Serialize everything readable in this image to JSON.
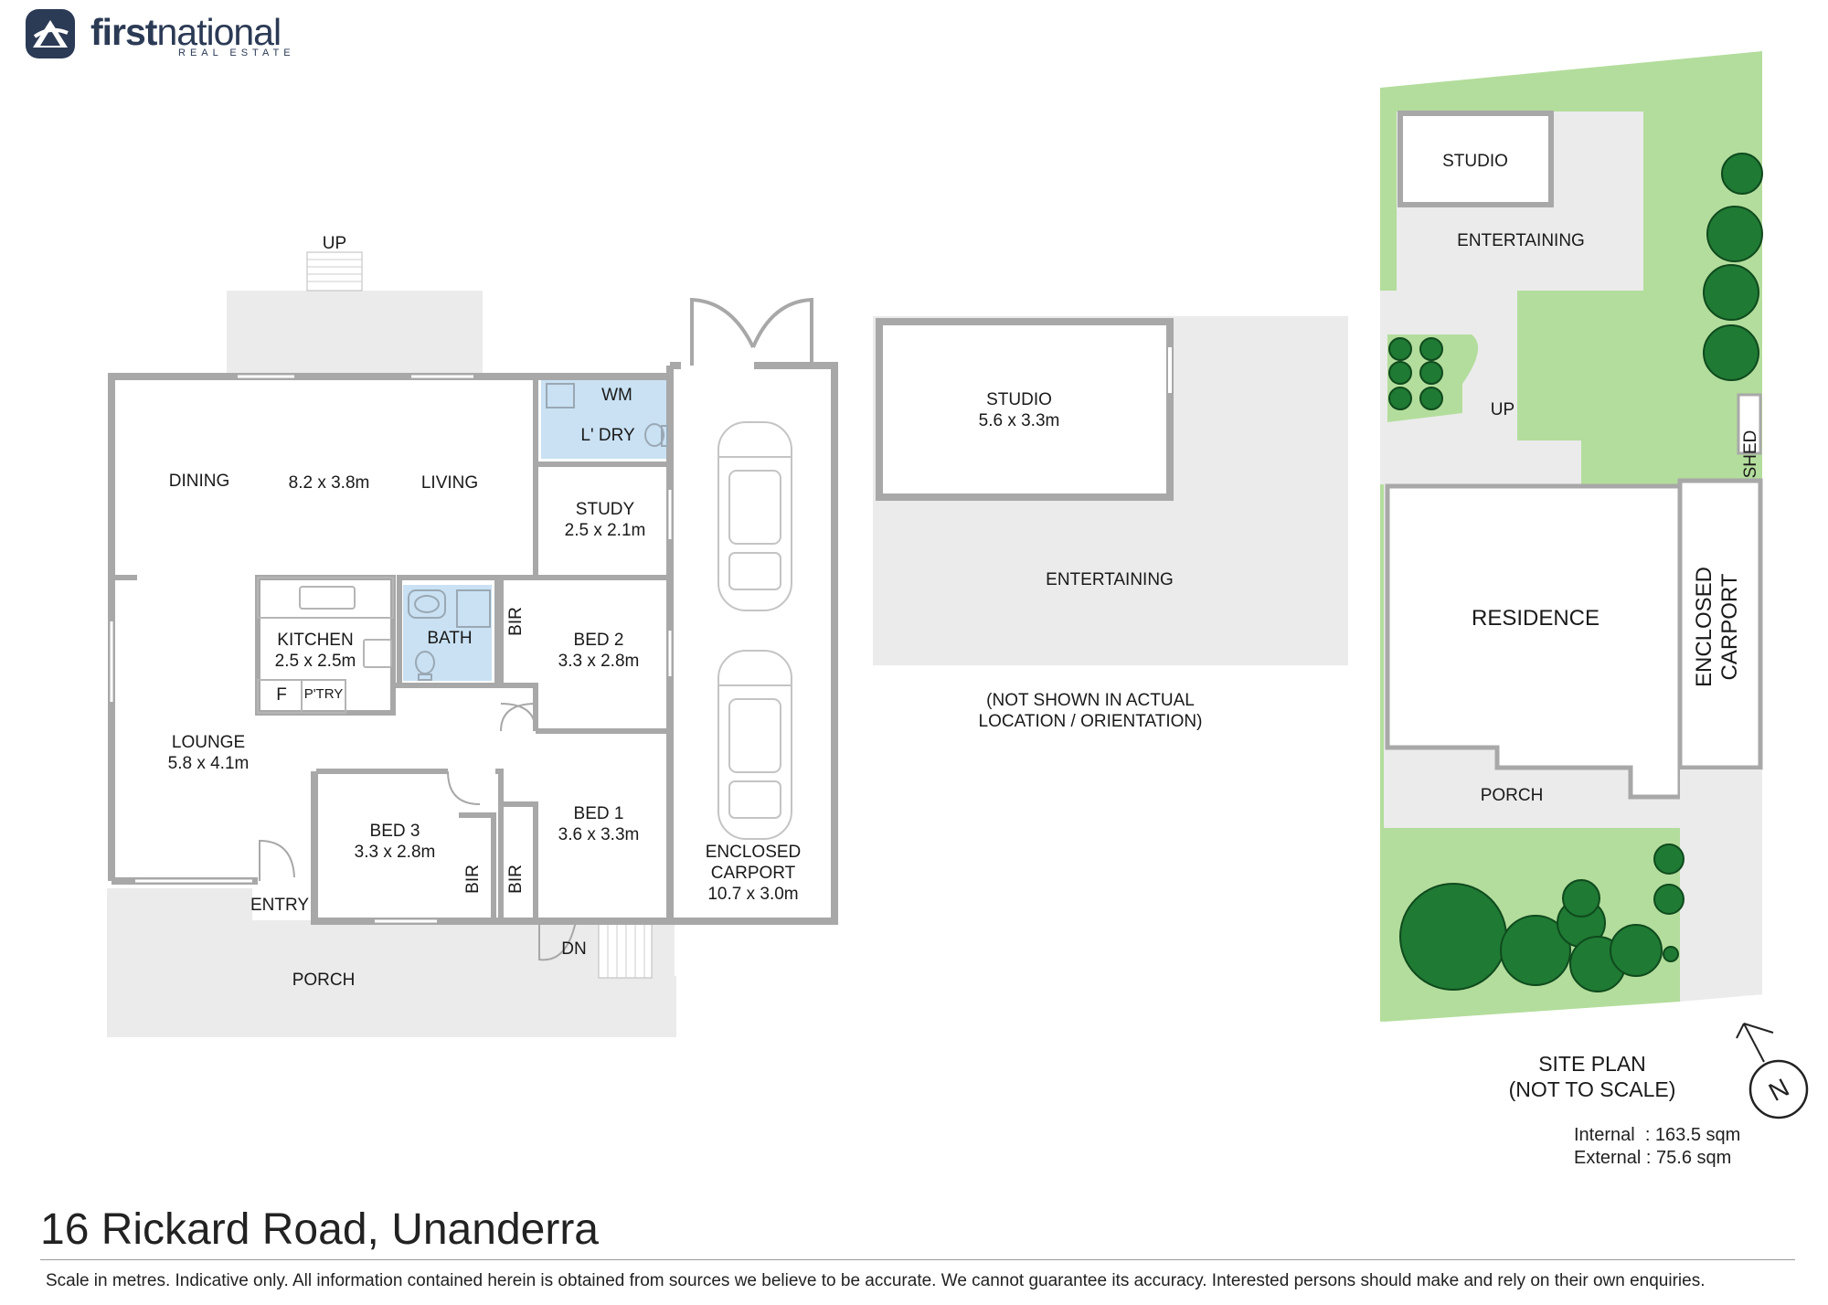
{
  "brand": {
    "name_bold": "first",
    "name_rest": "national",
    "tagline": "REAL ESTATE"
  },
  "address": "16 Rickard Road, Unanderra",
  "disclaimer": "Scale in metres. Indicative only. All information contained herein is obtained from sources we believe to be accurate. We cannot guarantee its accuracy. Interested persons should make and rely on their own enquiries.",
  "areas": {
    "internal": "Internal  : 163.5 sqm",
    "external": "External : 75.6 sqm"
  },
  "floor_plan": {
    "up": "UP",
    "dn": "DN",
    "dining": "DINING",
    "living_size": "8.2 x 3.8m",
    "living": "LIVING",
    "wm": "WM",
    "laundry": "L' DRY",
    "study": "STUDY",
    "study_size": "2.5 x 2.1m",
    "kitchen": "KITCHEN",
    "kitchen_size": "2.5 x 2.5m",
    "fridge": "F",
    "pantry": "P'TRY",
    "bath": "BATH",
    "bir": "BIR",
    "bed2": "BED 2",
    "bed2_size": "3.3 x 2.8m",
    "lounge": "LOUNGE",
    "lounge_size": "5.8 x 4.1m",
    "bed3": "BED 3",
    "bed3_size": "3.3 x 2.8m",
    "bed1": "BED 1",
    "bed1_size": "3.6 x 3.3m",
    "carport_line1": "ENCLOSED",
    "carport_line2": "CARPORT",
    "carport_size": "10.7 x 3.0m",
    "entry": "ENTRY",
    "porch": "PORCH"
  },
  "studio_plan": {
    "studio": "STUDIO",
    "studio_size": "5.6 x 3.3m",
    "entertaining": "ENTERTAINING",
    "note_line1": "(NOT SHOWN IN ACTUAL",
    "note_line2": "LOCATION / ORIENTATION)"
  },
  "site_plan": {
    "studio": "STUDIO",
    "entertaining": "ENTERTAINING",
    "up": "UP",
    "shed": "SHED",
    "residence": "RESIDENCE",
    "carport_line1": "ENCLOSED",
    "carport_line2": "CARPORT",
    "porch": "PORCH",
    "title_line1": "SITE PLAN",
    "title_line2": "(NOT TO SCALE)",
    "north": "N"
  },
  "colors": {
    "wall": "#a8a8a8",
    "wet_area": "#c9e1f3",
    "outdoor": "#ebebeb",
    "lawn": "#b3dd9c",
    "tree": "#1f7a34",
    "brand": "#2b3a55"
  }
}
